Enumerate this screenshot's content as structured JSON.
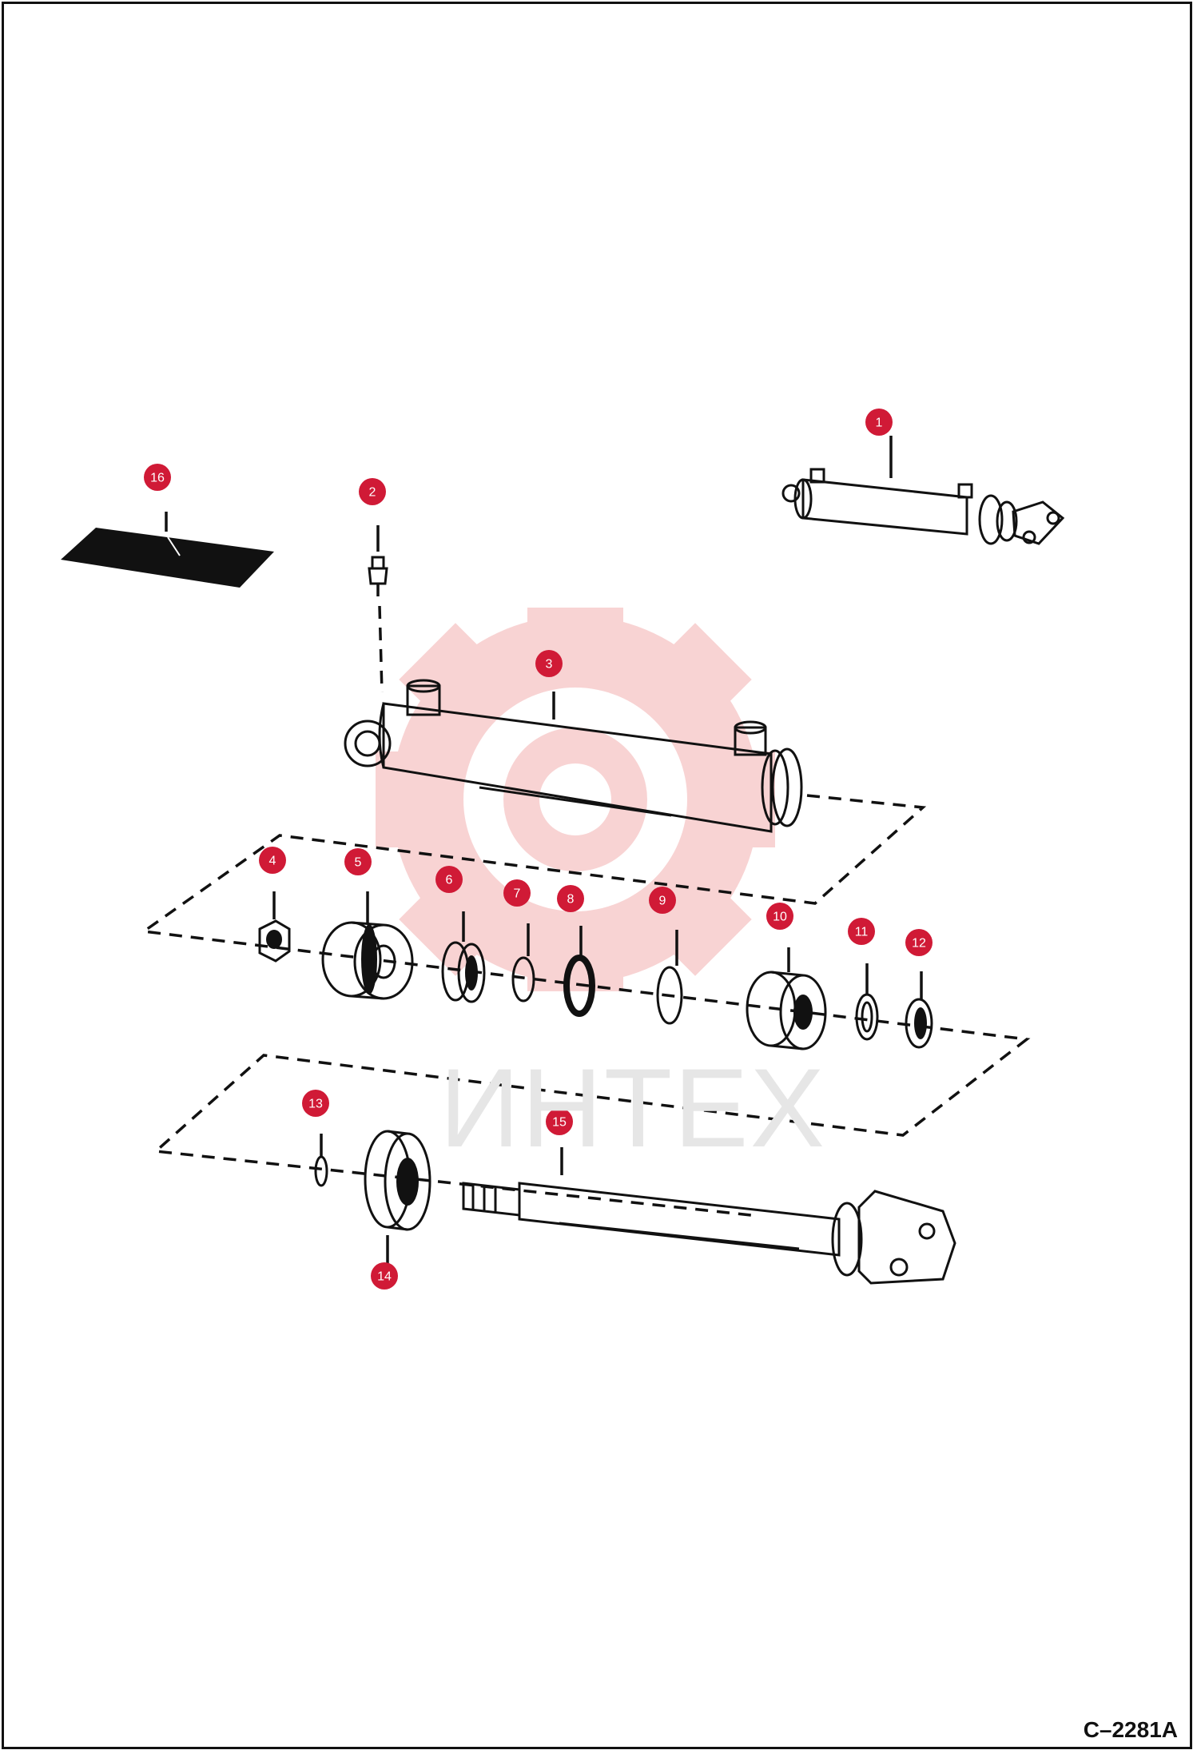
{
  "figure_code": "C–2281A",
  "watermark": {
    "text": "ИНТЕХ",
    "icon": "gear-icon",
    "color": "#f2b0b0"
  },
  "badge_color": "#d01a36",
  "callouts": [
    "1",
    "2",
    "3",
    "4",
    "5",
    "6",
    "7",
    "8",
    "9",
    "10",
    "11",
    "12",
    "13",
    "14",
    "15",
    "16"
  ]
}
